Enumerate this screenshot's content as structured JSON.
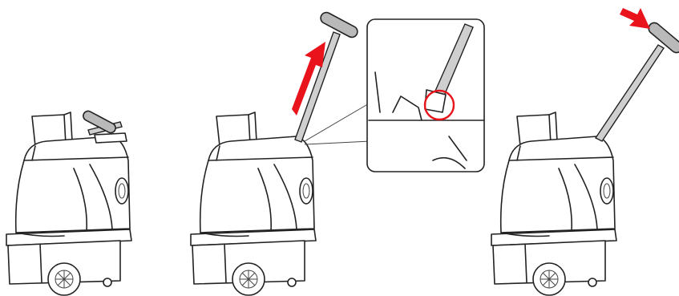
{
  "figure": {
    "panels": [
      {
        "id": "step-1",
        "handle": "stowed"
      },
      {
        "id": "step-2",
        "handle": "extended",
        "arrow": "up"
      },
      {
        "id": "step-3",
        "handle": "extended",
        "arrow": "down-right"
      }
    ],
    "callout": {
      "shows": "handle-latch",
      "highlight": "circle"
    },
    "colors": {
      "accent": "#e8131b",
      "line": "#222222",
      "fill": "#ffffff"
    }
  }
}
